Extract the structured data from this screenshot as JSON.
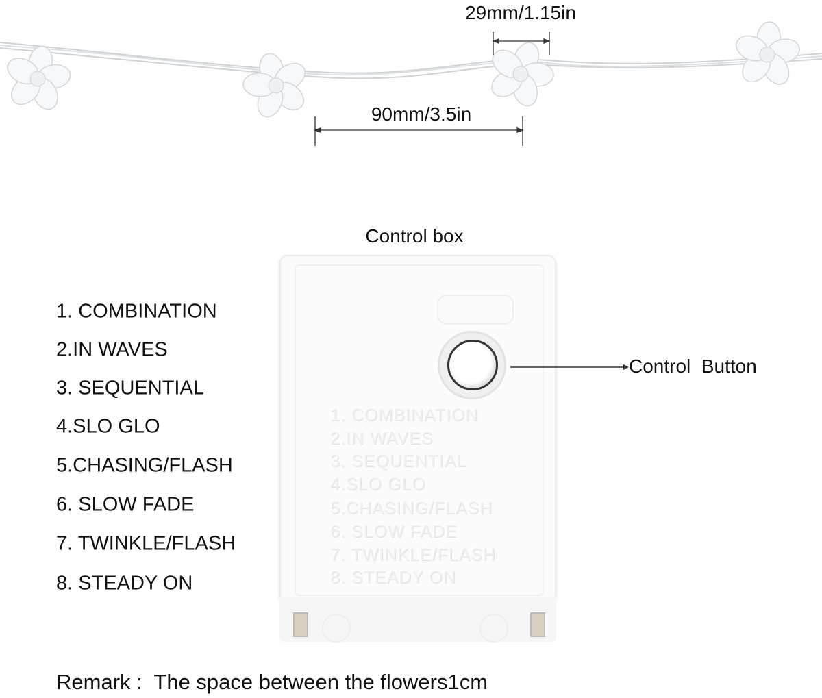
{
  "dimensions": {
    "flower_width": "29mm/1.15in",
    "flower_spacing": "90mm/3.5in"
  },
  "control_box": {
    "title": "Control box",
    "button_label": "Control  Button"
  },
  "modes": [
    "1. COMBINATION",
    "2.IN WAVES",
    "3. SEQUENTIAL",
    "4.SLO GLO",
    "5.CHASING/FLASH",
    "6. SLOW FADE",
    "7. TWINKLE/FLASH",
    "8. STEADY ON"
  ],
  "remark": "Remark :  The space between the flowers1cm"
}
